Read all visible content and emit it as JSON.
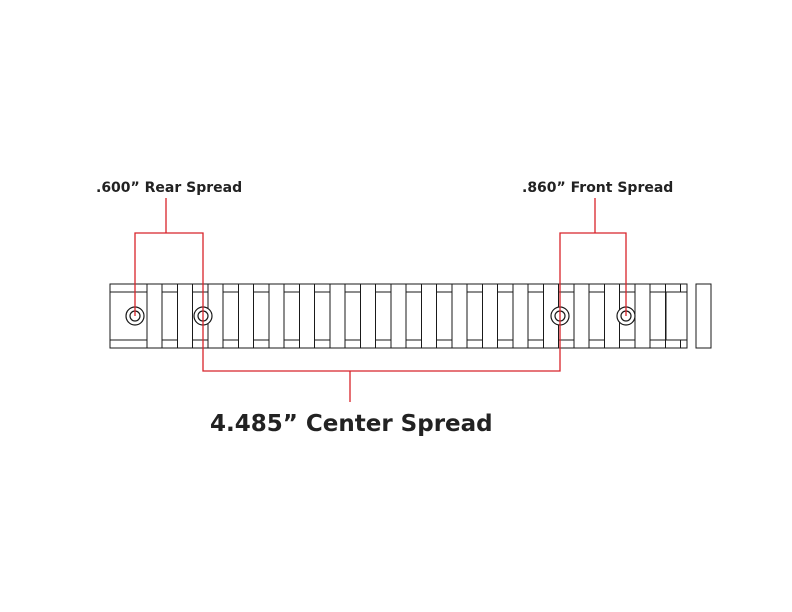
{
  "labels": {
    "rear_spread": ".600” Rear Spread",
    "front_spread": ".860” Front Spread",
    "center_spread": "4.485” Center Spread"
  },
  "colors": {
    "dimension_line": "#d8232a",
    "outline": "#1a1a1a",
    "text": "#222222"
  },
  "rail": {
    "slot_count": 19,
    "mounting_holes": 4
  }
}
